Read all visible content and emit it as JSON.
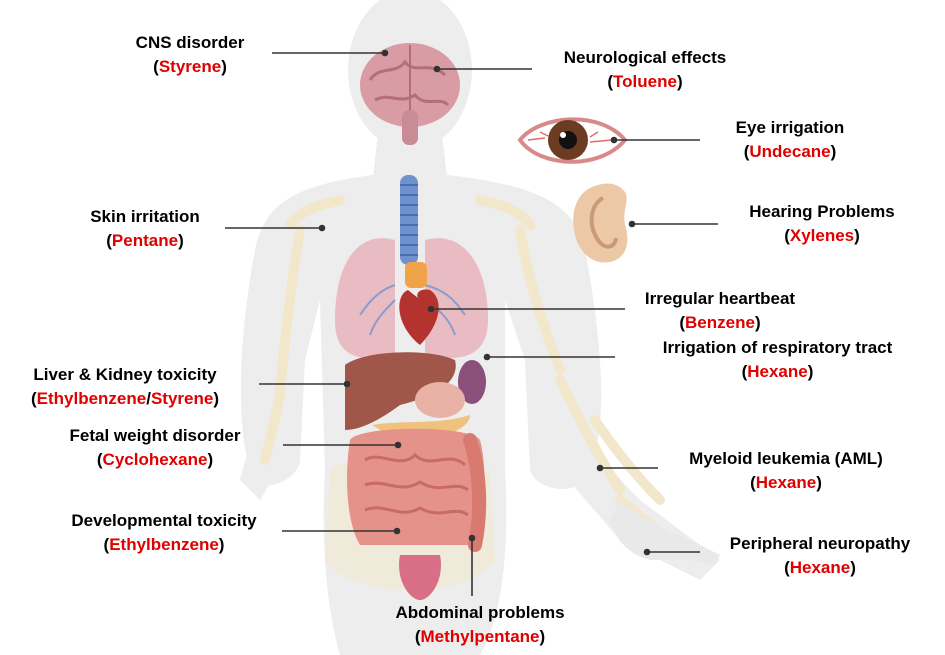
{
  "colors": {
    "chemical": "#e00000",
    "label": "#000000",
    "body_silhouette": "#ececec",
    "bone": "#f0e6cc",
    "brain": "#d99ba4",
    "lungs": "#e7b7c0",
    "liver": "#a0574a",
    "intestine": "#e5928a",
    "trachea": "#6f92cf",
    "ear": "#edc8a6"
  },
  "labels": [
    {
      "id": "cns",
      "effect": "CNS disorder",
      "chemical": "Styrene",
      "organ_icon": "brain-icon"
    },
    {
      "id": "neuro",
      "effect": "Neurological effects",
      "chemical": "Toluene",
      "organ_icon": "brain-icon"
    },
    {
      "id": "eye",
      "effect": "Eye irrigation",
      "chemical": "Undecane",
      "organ_icon": "eye-icon"
    },
    {
      "id": "hearing",
      "effect": "Hearing Problems",
      "chemical": "Xylenes",
      "organ_icon": "ear-icon"
    },
    {
      "id": "skin",
      "effect": "Skin irritation",
      "chemical": "Pentane",
      "organ_icon": "shoulder-icon"
    },
    {
      "id": "heart",
      "effect": "Irregular heartbeat",
      "chemical": "Benzene",
      "organ_icon": "heart-icon"
    },
    {
      "id": "resp",
      "effect": "Irrigation of respiratory tract",
      "chemical": "Hexane",
      "organ_icon": "lungs-icon"
    },
    {
      "id": "liver",
      "effect": "Liver & Kidney toxicity",
      "chemical": "Ethylbenzene",
      "chemical2": "Styrene",
      "organ_icon": "liver-icon"
    },
    {
      "id": "fetal",
      "effect": "Fetal weight disorder",
      "chemical": "Cyclohexane",
      "organ_icon": "pancreas-icon"
    },
    {
      "id": "aml",
      "effect": "Myeloid leukemia (AML)",
      "chemical": "Hexane",
      "organ_icon": "bone-icon"
    },
    {
      "id": "dev",
      "effect": "Developmental toxicity",
      "chemical": "Ethylbenzene",
      "organ_icon": "uterus-icon"
    },
    {
      "id": "periph",
      "effect": "Peripheral neuropathy",
      "chemical": "Hexane",
      "organ_icon": "hand-icon"
    },
    {
      "id": "abd",
      "effect": "Abdominal problems",
      "chemical": "Methylpentane",
      "organ_icon": "intestine-icon"
    }
  ]
}
